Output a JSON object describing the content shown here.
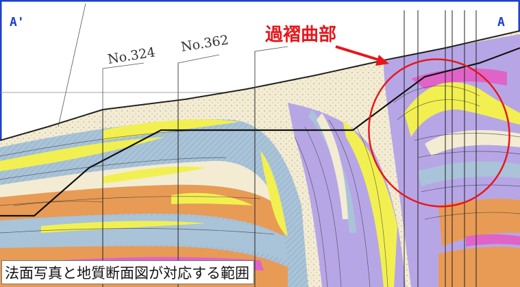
{
  "labels": {
    "a_prime": "A'",
    "a": "A",
    "overturned_fold": "過褶曲部",
    "caption": "法面写真と地質断面図が対応する範囲"
  },
  "stations": [
    "No.324",
    "No.362"
  ],
  "colors": {
    "frame": "#1a3fd0",
    "annotation": "#e8161b",
    "layer_yellow": "#f2f050",
    "layer_blue": "#a9c3d8",
    "layer_orange": "#e89b55",
    "layer_purple": "#b7a6e6",
    "layer_pink": "#e064c8",
    "layer_cream": "#f3ecd2"
  }
}
